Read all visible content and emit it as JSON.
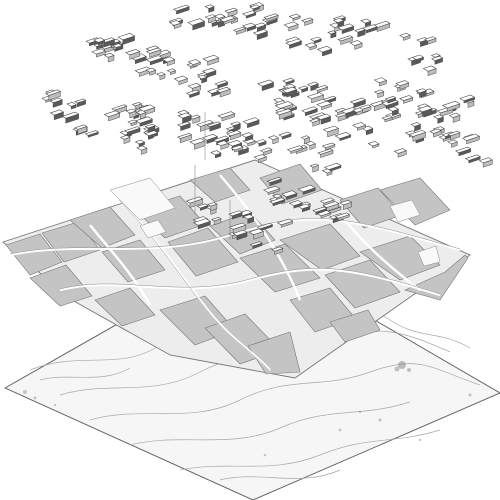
{
  "diagram": {
    "kind": "exploded-axonometric",
    "layers": [
      {
        "id": "buildings",
        "fill": "#ffffff",
        "stroke": "#4a4a4a",
        "shadow": "#5a5a5a"
      },
      {
        "id": "land-use-parcels",
        "fill": "#c9c9c9",
        "stroke": "#777777",
        "roads": "#ffffff"
      },
      {
        "id": "terrain",
        "fill": "#f6f6f6",
        "stroke": "#666666",
        "texture": "#9a9a9a"
      }
    ]
  }
}
